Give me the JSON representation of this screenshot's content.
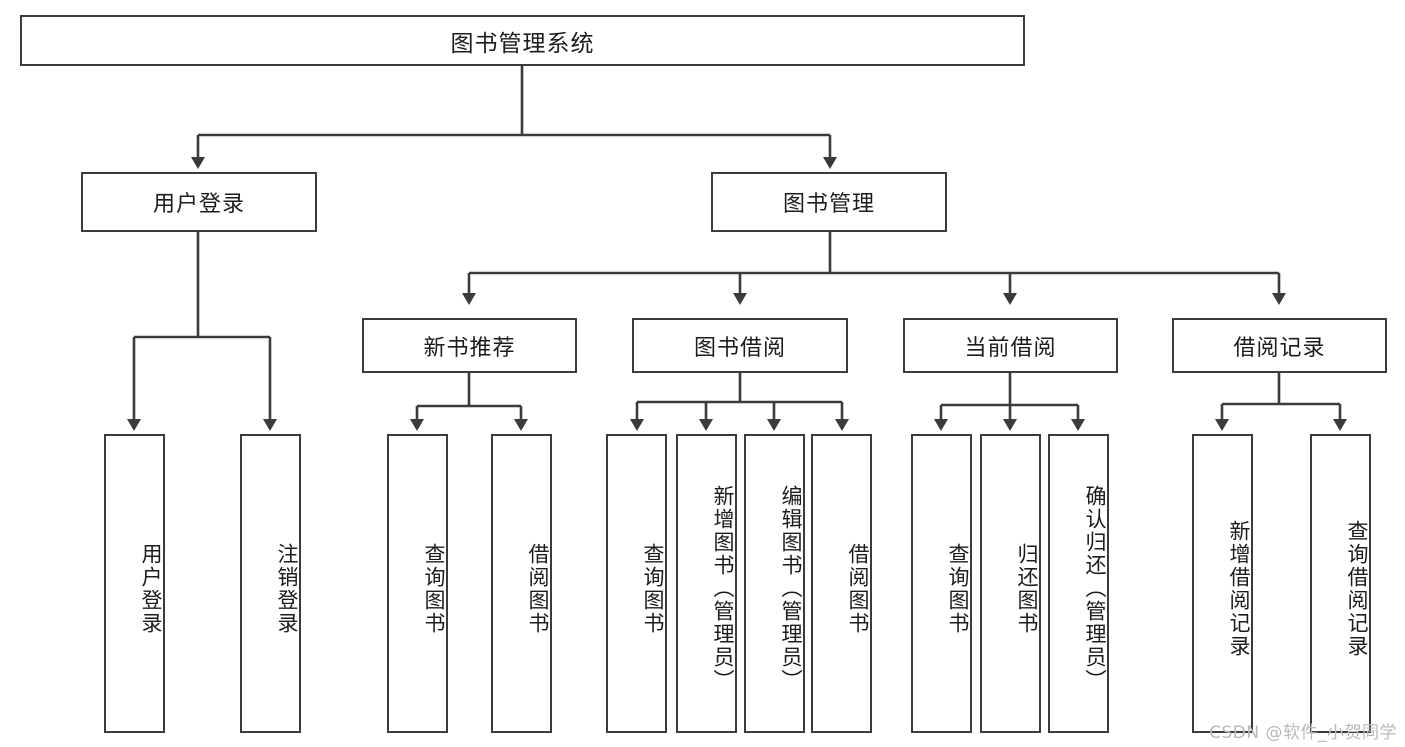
{
  "diagram": {
    "title": "图书管理系统",
    "level2": {
      "user_login": "用户登录",
      "book_manage": "图书管理"
    },
    "level3": {
      "new_book_rec": "新书推荐",
      "book_borrow": "图书借阅",
      "current_borrow": "当前借阅",
      "borrow_record": "借阅记录"
    },
    "leaves": {
      "user_login_do": "用户登录",
      "user_logout": "注销登录",
      "rec_query_book": "查询图书",
      "rec_borrow_book": "借阅图书",
      "borrow_query_book": "查询图书",
      "borrow_add_book": "新增图书（管理员）",
      "borrow_edit_book": "编辑图书（管理员）",
      "borrow_borrow_book": "借阅图书",
      "cur_query_book": "查询图书",
      "cur_return_book": "归还图书",
      "cur_confirm_return": "确认归还（管理员）",
      "rec_add_record": "新增借阅记录",
      "rec_query_record": "查询借阅记录"
    }
  },
  "watermark": {
    "text": "CSDN @软件_小贺同学"
  },
  "colors": {
    "border": "#3b3b3b",
    "text": "#1c1c1c",
    "background": "#ffffff",
    "watermark": "#b9b9b9"
  }
}
